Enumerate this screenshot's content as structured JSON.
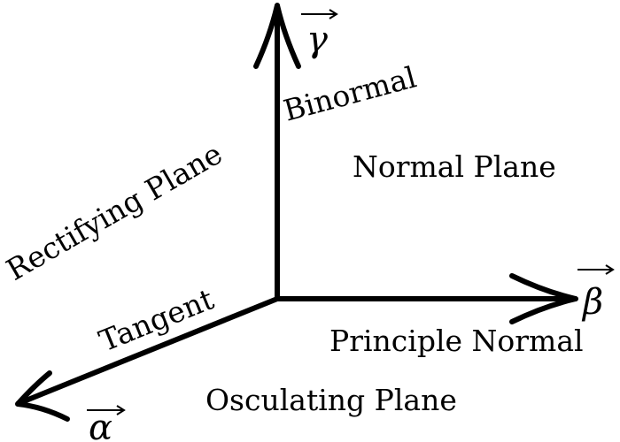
{
  "axes": {
    "binormal": {
      "label": "Binormal",
      "symbol": "γ"
    },
    "principal_normal": {
      "label": "Principle Normal",
      "symbol": "β"
    },
    "tangent": {
      "label": "Tangent",
      "symbol": "α"
    }
  },
  "planes": {
    "normal": "Normal Plane",
    "rectifying": "Rectifying Plane",
    "osculating": "Osculating Plane"
  },
  "colors": {
    "stroke": "#000000",
    "background": "#ffffff"
  }
}
